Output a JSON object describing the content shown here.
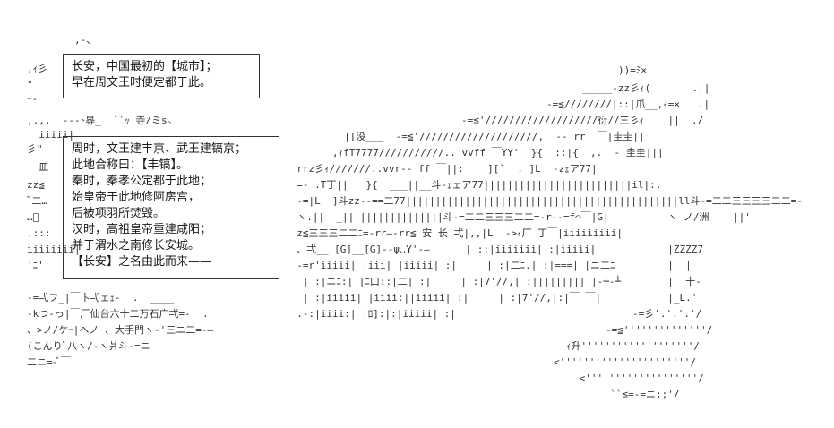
{
  "caption_top": {
    "lines": [
      "长安，中国最初的【城市】；",
      "早在周文王时便定都于此。"
    ]
  },
  "caption_main": {
    "lines": [
      "周时，文王建丰京、武王建镐京；",
      "此地合称曰：【丰镐】。",
      "秦时，秦孝公定都于此地；",
      "始皇帝于此地修阿房宫，",
      "后被项羽所焚毁。",
      "汉时，高祖皇帝重建咸阳；",
      "并于渭水之南修长安城。",
      "【长安】之名由此而来——"
    ]
  },
  "art": {
    "left_lines": [
      "        ,-、",
      ",ｨ彡",
      "\"",
      "ｰ-",
      ",.,.  ---ﾄ䙷_  ``ｯ 寺/ミs。",
      "  iiiii|",
      "彡\"",
      "  皿",
      "zz≦",
      "ﾞ二…",
      "…ﾞ",
      ".:::",
      "iiiiiiii|",
      "'ﾆ'",
      "-=弌フ_|￣卞弌ェｪ-  .  ____",
      "-kつ-っ|￣厂仙台六十二万石广弌=-  .",
      "、>ノ/ケｰ|ヘノ 、大手門ヽ-'三ニ二=-—",
      "(こんりﾞ八ヽ/-ヽ爿斗-=ニ",
      "二ニ=-ﾞ￣"
    ],
    "middle_lines": [
      "          |[没___  -=≦'////////////////////,  -- rr  ￣|圭圭||",
      "        ,ｨfT7777///////////.. vvff ￣YY'  }{  ::|{__,.  -|圭圭|||",
      "  rrz彡ｨ///////..vvr-- ff ￣||:    ][`  . ]L  -zｪア77|",
      "  =- .T丁||   }{  ___||__斗-ｪェア77|||||||||||||||||||||||||il|:.",
      "  -=|L  ]斗zz--==二77||||||||||||||||||||||||||||||||||||||||||||||ll斗-=二二三三三三二二=-",
      "  ヽ.||  _|||||||||||||||||斗-=二二三三三二二=-r—-=f⌒￣|G|",
      "  z≦三三三二二ﾆ=-rr—-rr≦ 安 长 弌|,,|L  ->ｨ厂 丁￣|iiiiiiiii|",
      "  、弌__ [G]__[G]--ψ‥Y'-—      | ::|iiiiiii| :|iiiii|",
      "  -=r'iiiii| |iii| |iiiii| :|     | :|二ﾆ.| :|===| |ニ二ﾆ",
      "   | :|ニﾆ:| |ﾆ口::|二| :|     | :|7'//,| :||||||||| |-┴-┴",
      "   | :|iiiii| |iiii:||iiiii| :|     | :|7'//,|:|￣ ￣|",
      "  .-:|iiii:| |ﾛ]:|:|iiiii| :|",
      "",
      ""
    ],
    "right_lines": [
      "))=ﾐ×",
      "_____-zz彡ｨ(       .||",
      "-=≦////////|::|爪__,ｨ=×   .|",
      "-=≦'///////////////////衍//三彡ｨ    ||  ./",
      "  ヽ ノ/洲    ||'",
      "  |ZZZZ7",
      "  |  |",
      "  |  十-",
      "  |_L.'",
      "-=彡'.'.'.'/",
      "-=≦''''''''''''''/",
      "ｨ升'''''''''''''''''''/",
      "<''''''''''''''''''''''/",
      " <'''''''''''''''''''/",
      "  ``≦=-=ニ;;'/"
    ]
  }
}
